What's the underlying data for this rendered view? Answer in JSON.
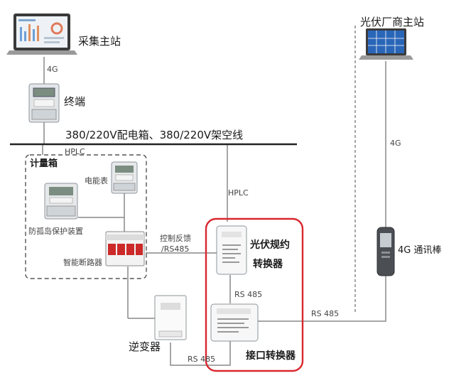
{
  "nodes": {
    "master_station": "采集主站",
    "terminal": "终端",
    "pv_master_station": "光伏厂商主站",
    "bus_line": "380/220V配电箱、380/220V架空线",
    "metering_box": "计量箱",
    "energy_meter": "电能表",
    "anti_islanding": "防孤岛保护装置",
    "smart_breaker": "智能断路器",
    "inverter": "逆变器",
    "pv_protocol_converter_line1": "光伏规约",
    "pv_protocol_converter_line2": "转换器",
    "interface_converter": "接口转换器",
    "comm_stick": "4G 通讯棒"
  },
  "links": {
    "master_to_terminal": "4G",
    "bus_to_box": "HPLC",
    "bus_to_pv_converter": "HPLC",
    "pv_master_to_stick": "4G",
    "breaker_to_pv_converter_line1": "控制反馈",
    "breaker_to_pv_converter_line2": "/RS485",
    "pv_converter_to_interface": "RS 485",
    "interface_to_stick": "RS 485",
    "inverter_to_interface": "RS 485"
  },
  "colors": {
    "highlight_frame": "#d9272e",
    "line": "#888888",
    "bus": "#222222"
  }
}
